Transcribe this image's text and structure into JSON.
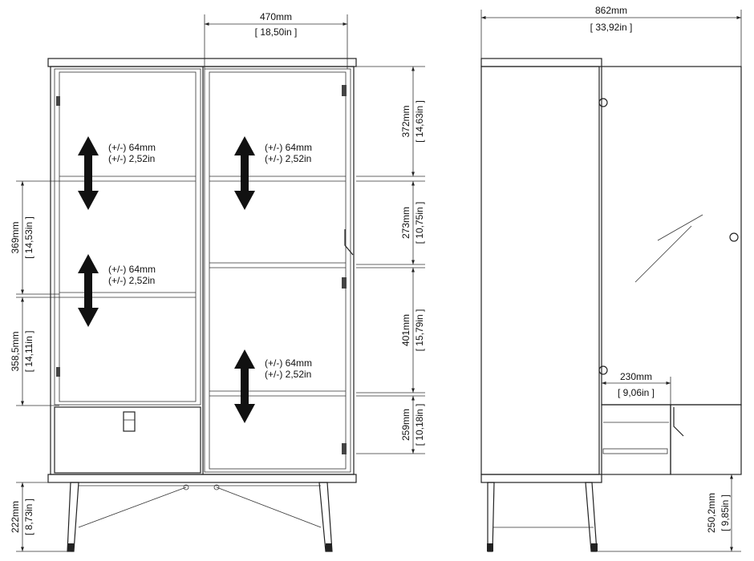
{
  "front_view": {
    "width": {
      "mm": "470mm",
      "in": "18,50in"
    },
    "right_dims": [
      {
        "mm": "372mm",
        "in": "14,63in"
      },
      {
        "mm": "273mm",
        "in": "10,75in"
      },
      {
        "mm": "401mm",
        "in": "15,79in"
      },
      {
        "mm": "259mm",
        "in": "10,18in"
      }
    ],
    "left_dims": [
      {
        "mm": "369mm",
        "in": "14,53in"
      },
      {
        "mm": "358,5mm",
        "in": "14,11in"
      },
      {
        "mm": "222mm",
        "in": "8,73in"
      }
    ],
    "shelf_adjust": [
      {
        "mm": "(+/-) 64mm",
        "in": "(+/-) 2,52in"
      },
      {
        "mm": "(+/-) 64mm",
        "in": "(+/-) 2,52in"
      },
      {
        "mm": "(+/-) 64mm",
        "in": "(+/-) 2,52in"
      },
      {
        "mm": "(+/-) 64mm",
        "in": "(+/-) 2,52in"
      }
    ]
  },
  "side_view": {
    "depth_open": {
      "mm": "862mm",
      "in": "33,92in"
    },
    "drawer_extension": {
      "mm": "230mm",
      "in": "9,06in"
    },
    "leg_height": {
      "mm": "250,2mm",
      "in": "9,85in"
    }
  }
}
